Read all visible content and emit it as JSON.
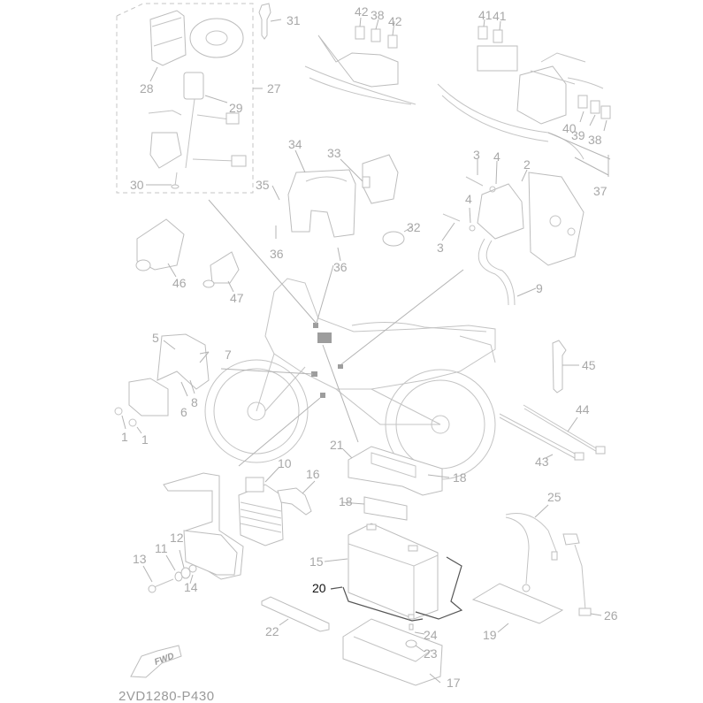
{
  "diagram": {
    "code": "2VD1280-P430",
    "forward_badge": "FWD",
    "highlight_color": "#111111",
    "label_color": "#a8a8a8",
    "callouts": [
      {
        "id": "c1a",
        "num": "1"
      },
      {
        "id": "c1b",
        "num": "1"
      },
      {
        "id": "c2",
        "num": "2"
      },
      {
        "id": "c3a",
        "num": "3"
      },
      {
        "id": "c3b",
        "num": "3"
      },
      {
        "id": "c4a",
        "num": "4"
      },
      {
        "id": "c4b",
        "num": "4"
      },
      {
        "id": "c5",
        "num": "5"
      },
      {
        "id": "c6",
        "num": "6"
      },
      {
        "id": "c7",
        "num": "7"
      },
      {
        "id": "c8",
        "num": "8"
      },
      {
        "id": "c9",
        "num": "9"
      },
      {
        "id": "c10",
        "num": "10"
      },
      {
        "id": "c11",
        "num": "11"
      },
      {
        "id": "c12",
        "num": "12"
      },
      {
        "id": "c13",
        "num": "13"
      },
      {
        "id": "c14",
        "num": "14"
      },
      {
        "id": "c15",
        "num": "15"
      },
      {
        "id": "c16",
        "num": "16"
      },
      {
        "id": "c17",
        "num": "17"
      },
      {
        "id": "c18a",
        "num": "18"
      },
      {
        "id": "c18b",
        "num": "18"
      },
      {
        "id": "c19",
        "num": "19"
      },
      {
        "id": "c20",
        "num": "20",
        "highlighted": true
      },
      {
        "id": "c21",
        "num": "21"
      },
      {
        "id": "c22",
        "num": "22"
      },
      {
        "id": "c23",
        "num": "23"
      },
      {
        "id": "c24",
        "num": "24"
      },
      {
        "id": "c25",
        "num": "25"
      },
      {
        "id": "c26",
        "num": "26"
      },
      {
        "id": "c27",
        "num": "27"
      },
      {
        "id": "c28",
        "num": "28"
      },
      {
        "id": "c29",
        "num": "29"
      },
      {
        "id": "c30",
        "num": "30"
      },
      {
        "id": "c31",
        "num": "31"
      },
      {
        "id": "c32",
        "num": "32"
      },
      {
        "id": "c33",
        "num": "33"
      },
      {
        "id": "c34",
        "num": "34"
      },
      {
        "id": "c35",
        "num": "35"
      },
      {
        "id": "c36a",
        "num": "36"
      },
      {
        "id": "c36b",
        "num": "36"
      },
      {
        "id": "c37",
        "num": "37"
      },
      {
        "id": "c38a",
        "num": "38"
      },
      {
        "id": "c38b",
        "num": "38"
      },
      {
        "id": "c39",
        "num": "39"
      },
      {
        "id": "c40",
        "num": "40"
      },
      {
        "id": "c41a",
        "num": "41"
      },
      {
        "id": "c41b",
        "num": "41"
      },
      {
        "id": "c42a",
        "num": "42"
      },
      {
        "id": "c42b",
        "num": "42"
      },
      {
        "id": "c43",
        "num": "43"
      },
      {
        "id": "c44",
        "num": "44"
      },
      {
        "id": "c45",
        "num": "45"
      },
      {
        "id": "c46",
        "num": "46"
      },
      {
        "id": "c47",
        "num": "47"
      }
    ]
  }
}
